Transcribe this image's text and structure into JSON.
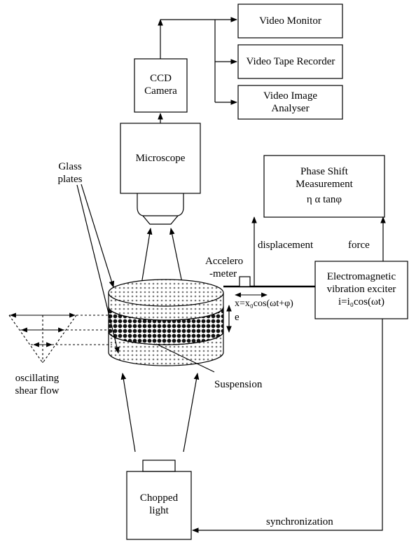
{
  "boxes": {
    "ccd_camera": [
      "CCD",
      "Camera"
    ],
    "video_monitor": "Video Monitor",
    "video_tape_recorder": "Video Tape Recorder",
    "video_image_analyser": [
      "Video Image",
      "Analyser"
    ],
    "microscope": "Microscope",
    "phase_shift": [
      "Phase Shift",
      "Measurement",
      "η α tanφ"
    ],
    "exciter": [
      "Electromagnetic",
      "vibration exciter",
      "i=i₀cos(ωt)"
    ],
    "chopped_light": [
      "Chopped",
      "light"
    ]
  },
  "labels": {
    "glass_plates": [
      "Glass",
      "plates"
    ],
    "accelerometer": [
      "Accelero",
      "-meter"
    ],
    "displacement": "displacement",
    "force": "force",
    "gap": "e",
    "motion": "x=x₀cos(ωt+φ)",
    "suspension": "Suspension",
    "flow": [
      "oscillating",
      "shear flow"
    ],
    "synchronization": "synchronization"
  }
}
